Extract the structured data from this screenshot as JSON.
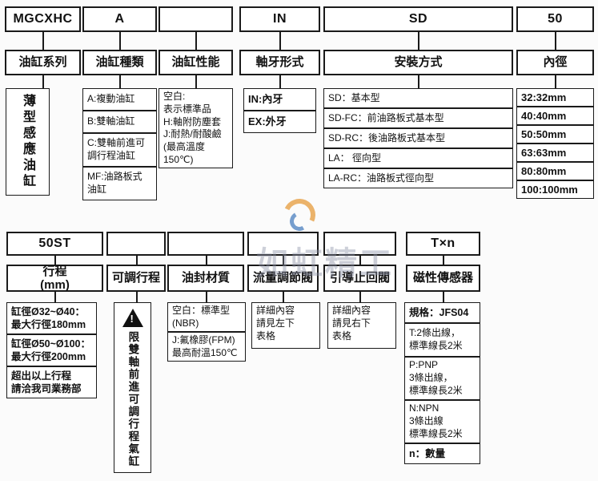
{
  "watermark": {
    "text": "如虹精工",
    "accent_orange": "#e69b3c",
    "accent_blue": "#4a7fbf"
  },
  "icons": {
    "warning_exclamation": "!"
  },
  "top_row": {
    "codes": [
      "MGCXHC",
      "A",
      "",
      "IN",
      "SD",
      "50"
    ],
    "categories": [
      "油缸系列",
      "油缸種類",
      "油缸性能",
      "軸牙形式",
      "安裝方式",
      "內徑"
    ],
    "series_note": "薄型感應油缸",
    "cylinder_types": [
      "A:複動油缸",
      "B:雙軸油缸",
      "C:雙軸前進可\n調行程油缸",
      "MF:油路板式\n油缸"
    ],
    "performance_note": "空白:\n表示標準品\nH:軸附防塵套\nJ:耐熱/耐酸鹼\n(最高溫度\n150℃)",
    "thread_types": [
      "IN:內牙",
      "EX:外牙"
    ],
    "mounting_types": [
      "SD：基本型",
      "SD-FC：前油路板式基本型",
      "SD-RC：後油路板式基本型",
      "LA： 徑向型",
      "LA-RC：油路板式徑向型"
    ],
    "bore_sizes": [
      "32:32mm",
      "40:40mm",
      "50:50mm",
      "63:63mm",
      "80:80mm",
      "100:100mm"
    ]
  },
  "bottom_row": {
    "codes": [
      "50ST",
      "",
      "",
      "",
      "",
      "T×n"
    ],
    "categories": [
      "行程\n(mm)",
      "可調行程",
      "油封材質",
      "流量調節閥",
      "引導止回閥",
      "磁性傳感器"
    ],
    "stroke_notes": [
      "缸徑Ø32~Ø40：\n最大行徑180mm",
      "缸徑Ø50~Ø100：\n最大行徑200mm",
      "超出以上行程\n請洽我司業務部"
    ],
    "adjustable_note": "限雙軸前進可調行程氣缸",
    "seal_options": [
      "空白：標準型\n(NBR)",
      "J:氟橡膠(FPM)\n最高耐溫150℃"
    ],
    "flow_valve_note": "詳細內容\n請見左下\n表格",
    "check_valve_note": "詳細內容\n請見右下\n表格",
    "sensor_options": [
      "規格：JFS04",
      "T:2條出線，\n標準線長2米",
      "P:PNP\n3條出線，\n標準線長2米",
      "N:NPN\n3條出線\n標準線長2米",
      "n：數量"
    ]
  }
}
